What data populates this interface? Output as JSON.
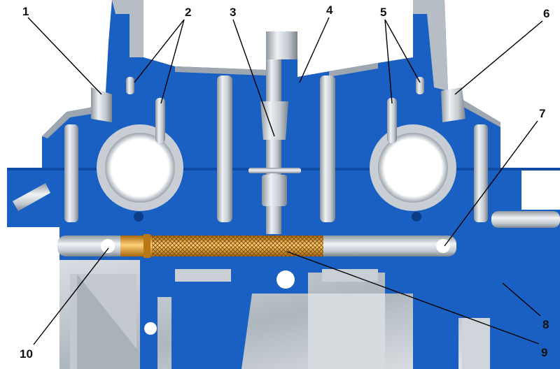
{
  "colors": {
    "section": "#1a5fc2",
    "section_dark": "#0f4aa3",
    "metal_light": "#e3e7ec",
    "metal_mid": "#b9c0c8",
    "metal_dark": "#7f8891",
    "filter_gold": "#f0a524",
    "filter_mesh": "#c98a1c",
    "leader": "#000000"
  },
  "icons": {
    "camshaft_bearing": "circle-bore",
    "oil_hole": "small-circle",
    "filter": "mesh-cylinder"
  },
  "callouts": [
    {
      "id": "c1",
      "label": "1"
    },
    {
      "id": "c2",
      "label": "2"
    },
    {
      "id": "c3",
      "label": "3"
    },
    {
      "id": "c4",
      "label": "4"
    },
    {
      "id": "c5",
      "label": "5"
    },
    {
      "id": "c6",
      "label": "6"
    },
    {
      "id": "c7",
      "label": "7"
    },
    {
      "id": "c8",
      "label": "8"
    },
    {
      "id": "c9",
      "label": "9"
    },
    {
      "id": "c10",
      "label": "10"
    }
  ]
}
